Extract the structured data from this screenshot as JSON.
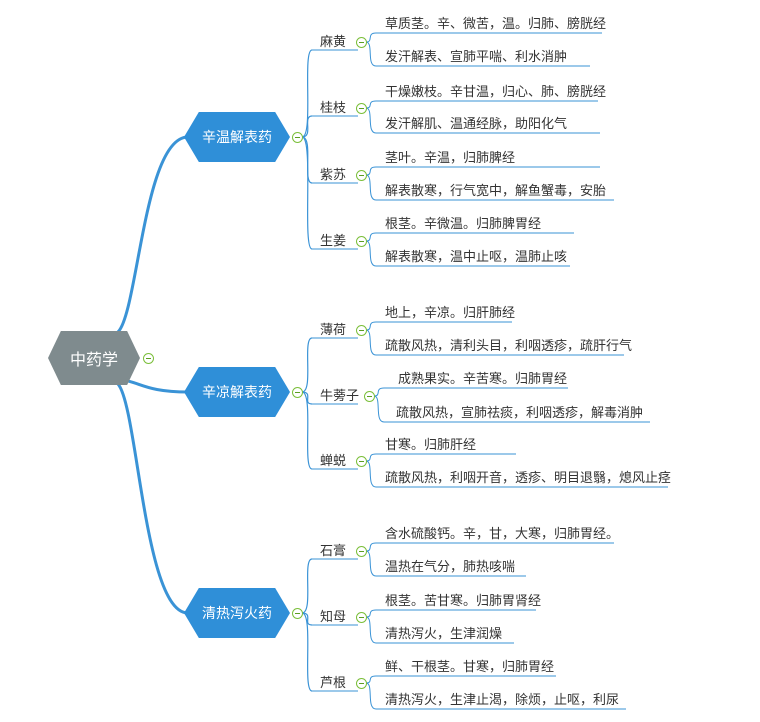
{
  "root": {
    "label": "中药学"
  },
  "categories": [
    {
      "label": "辛温解表药",
      "herbs": [
        {
          "name": "麻黄",
          "details": [
            "草质茎。辛、微苦，温。归肺、膀胱经",
            "发汗解表、宣肺平喘、利水消肿"
          ]
        },
        {
          "name": "桂枝",
          "details": [
            "干燥嫩枝。辛甘温，归心、肺、膀胱经",
            "发汗解肌、温通经脉，助阳化气"
          ]
        },
        {
          "name": "紫苏",
          "details": [
            "茎叶。辛温，归肺脾经",
            "解表散寒，行气宽中，解鱼蟹毒，安胎"
          ]
        },
        {
          "name": "生姜",
          "details": [
            "根茎。辛微温。归肺脾胃经",
            "解表散寒，温中止呕，温肺止咳"
          ]
        }
      ]
    },
    {
      "label": "辛凉解表药",
      "herbs": [
        {
          "name": "薄荷",
          "details": [
            "地上，辛凉。归肝肺经",
            "疏散风热，清利头目，利咽透疹，疏肝行气"
          ]
        },
        {
          "name": "牛蒡子",
          "details": [
            "成熟果实。辛苦寒。归肺胃经",
            "疏散风热，宣肺祛痰，利咽透疹，解毒消肿"
          ]
        },
        {
          "name": "蝉蜕",
          "details": [
            "甘寒。归肺肝经",
            "疏散风热，利咽开音，透疹、明目退翳，熄风止痉"
          ]
        }
      ]
    },
    {
      "label": "清热泻火药",
      "herbs": [
        {
          "name": "石膏",
          "details": [
            "含水硫酸钙。辛，甘，大寒，归肺胃经。",
            "温热在气分，肺热咳喘"
          ]
        },
        {
          "name": "知母",
          "details": [
            "根茎。苦甘寒。归肺胃肾经",
            "清热泻火，生津润燥"
          ]
        },
        {
          "name": "芦根",
          "details": [
            "鲜、干根茎。甘寒，归肺胃经",
            "清热泻火，生津止渴，除烦，止呕，利尿"
          ]
        }
      ]
    }
  ]
}
